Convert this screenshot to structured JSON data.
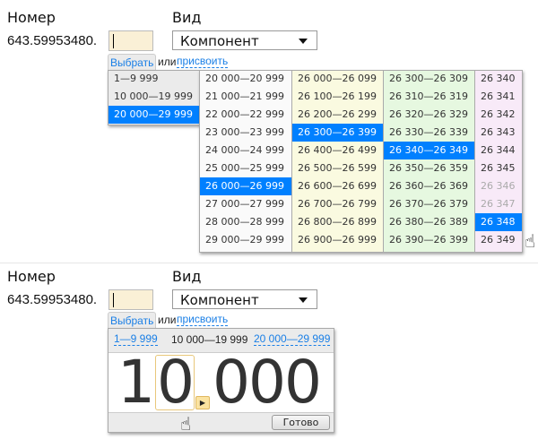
{
  "top": {
    "number_label": "Номер",
    "type_label": "Вид",
    "number_prefix": "643.59953480.",
    "type_value": "Компонент",
    "tab_select": "Выбрать",
    "or": "или",
    "assign_link": "присвоить",
    "level1": [
      "1—9 999",
      "10 000—19 999",
      "20 000—29 999"
    ],
    "level2": [
      "20 000—20 999",
      "21 000—21 999",
      "22 000—22 999",
      "23 000—23 999",
      "24 000—24 999",
      "25 000—25 999",
      "26 000—26 999",
      "27 000—27 999",
      "28 000—28 999",
      "29 000—29 999"
    ],
    "level3": [
      "26 000—26 099",
      "26 100—26 199",
      "26 200—26 299",
      "26 300—26 399",
      "26 400—26 499",
      "26 500—26 599",
      "26 600—26 699",
      "26 700—26 799",
      "26 800—26 899",
      "26 900—26 999"
    ],
    "level4": [
      "26 300—26 309",
      "26 310—26 319",
      "26 320—26 329",
      "26 330—26 339",
      "26 340—26 349",
      "26 350—26 359",
      "26 360—26 369",
      "26 370—26 379",
      "26 380—26 389",
      "26 390—26 399"
    ],
    "level5": [
      "26 340",
      "26 341",
      "26 342",
      "26 343",
      "26 344",
      "26 345",
      "26 346",
      "26 347",
      "26 348",
      "26 349"
    ]
  },
  "bottom": {
    "number_label": "Номер",
    "type_label": "Вид",
    "number_prefix": "643.59953480.",
    "type_value": "Компонент",
    "tab_select": "Выбрать",
    "or": "или",
    "assign_link": "присвоить",
    "ranges": [
      "1—9 999",
      "10 000—19 999",
      "20 000—29 999"
    ],
    "big_digits": [
      "1",
      "0",
      "000"
    ],
    "done_button": "Готово"
  },
  "colors": {
    "selected": "#0080ff",
    "link": "#1a7fe6",
    "col3": "#fafae0",
    "col4": "#e6f8e0",
    "col5": "#f8eaf8"
  }
}
